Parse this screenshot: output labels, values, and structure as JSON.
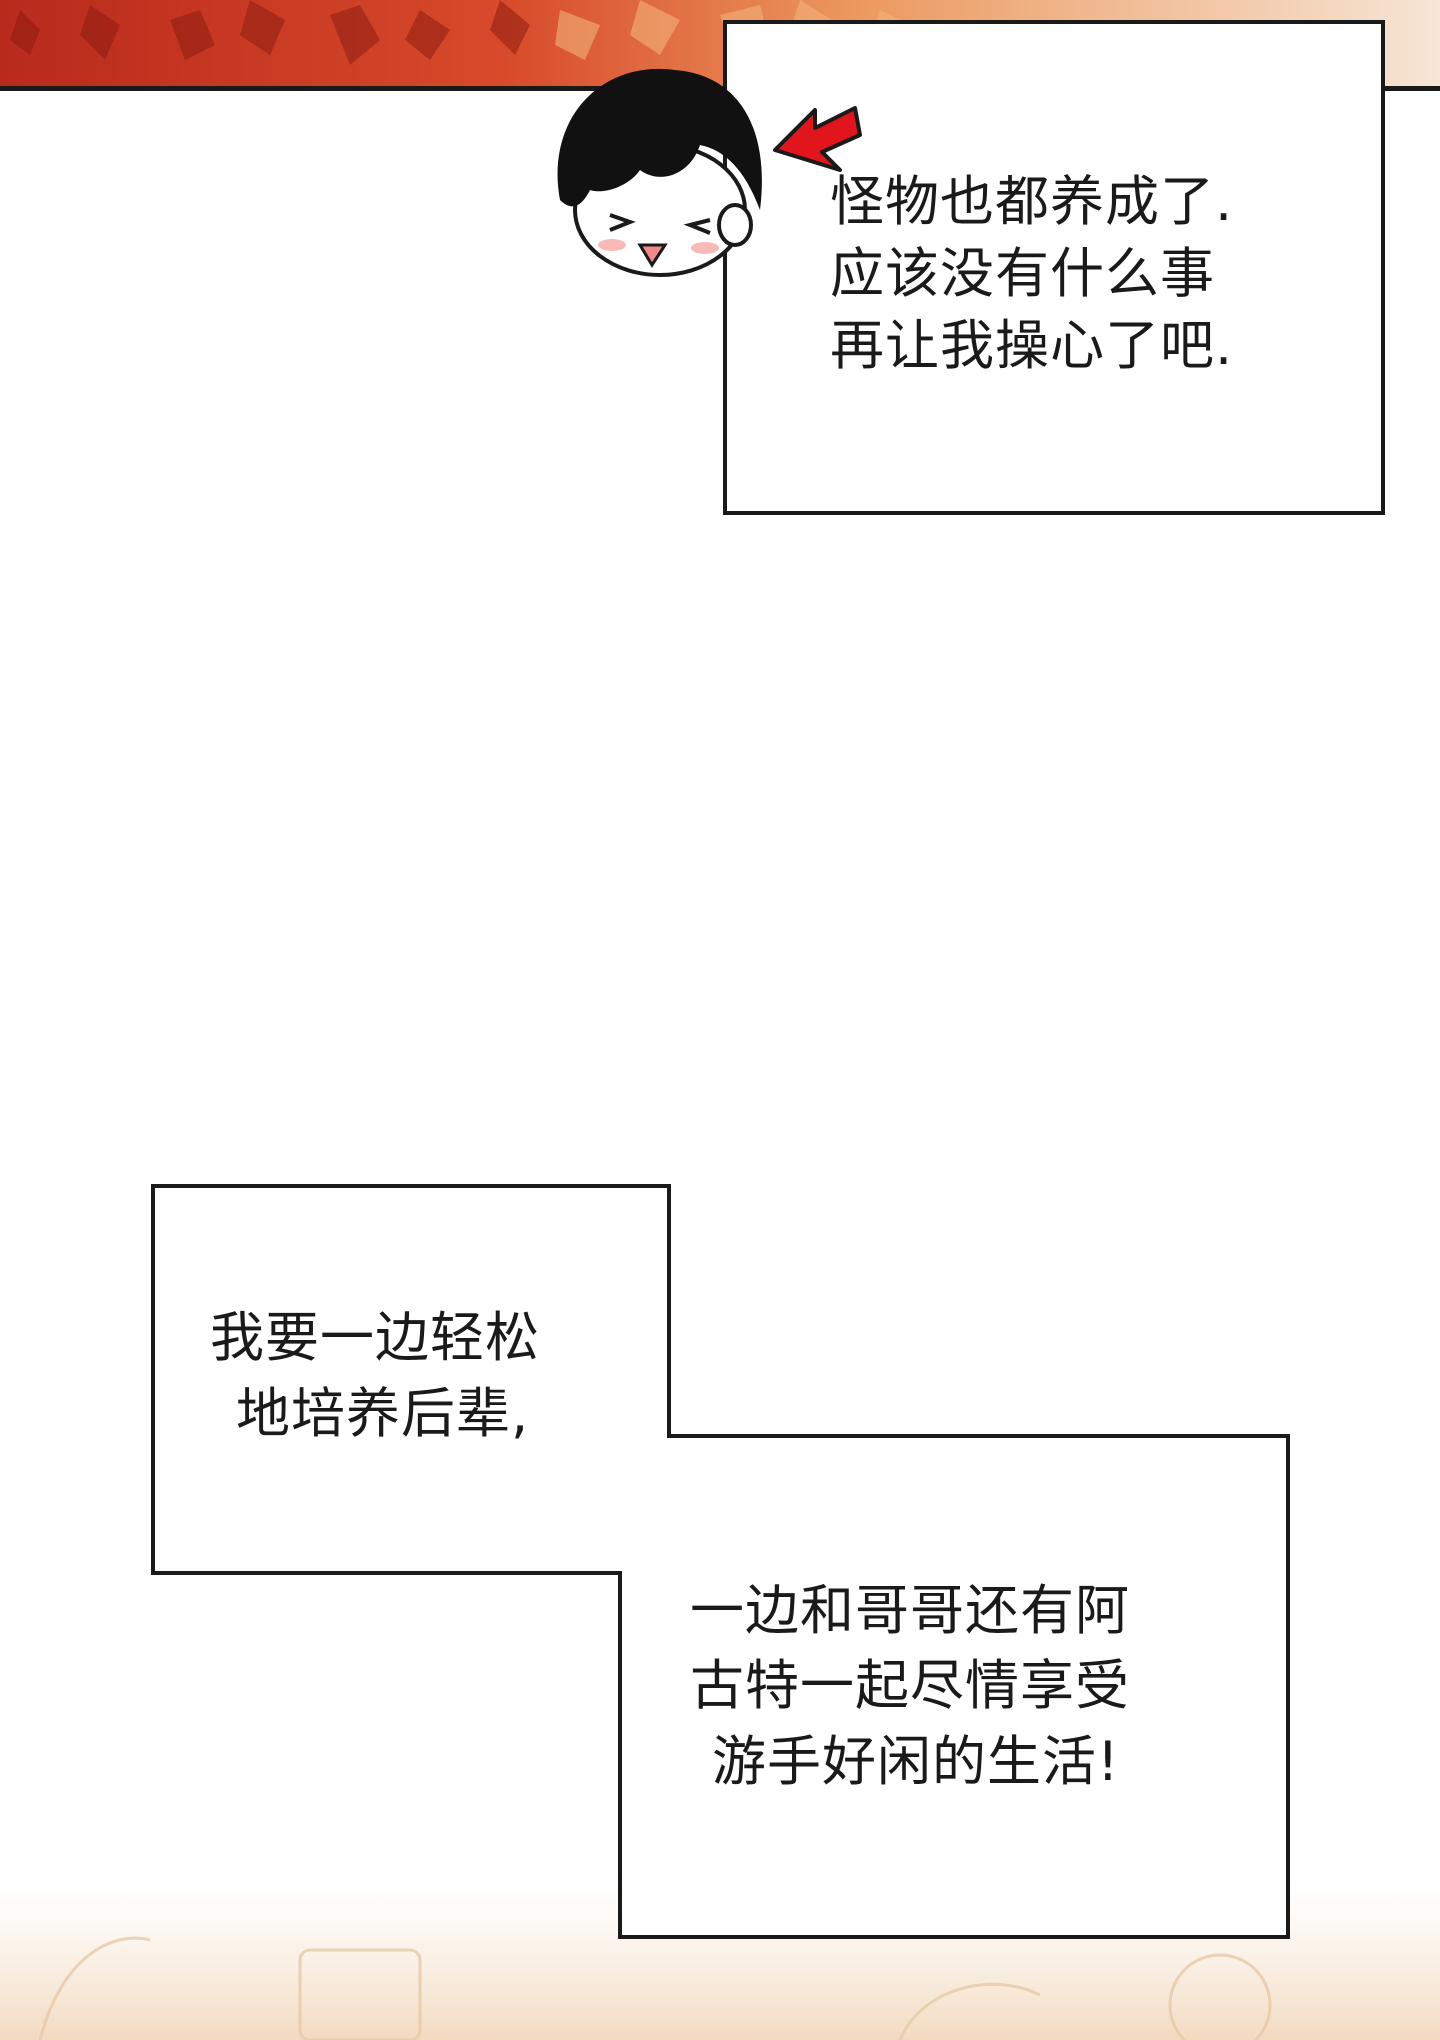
{
  "panel_top": {
    "caption_lines": [
      "怪物也都养成了.",
      "应该没有什么事",
      "再让我操心了吧."
    ]
  },
  "panel_bottom": {
    "caption_upper_lines": [
      "我要一边轻松",
      "地培养后辈,"
    ],
    "caption_lower_lines": [
      "一边和哥哥还有阿",
      "古特一起尽情享受",
      "游手好闲的生活!"
    ]
  },
  "colors": {
    "ink": "#1a1a1a",
    "paper": "#ffffff",
    "leaf_red": "#c8321e",
    "leaf_orange": "#e8874a",
    "arrow_red": "#e0161c",
    "warm_fade": "#f3dcc0"
  }
}
